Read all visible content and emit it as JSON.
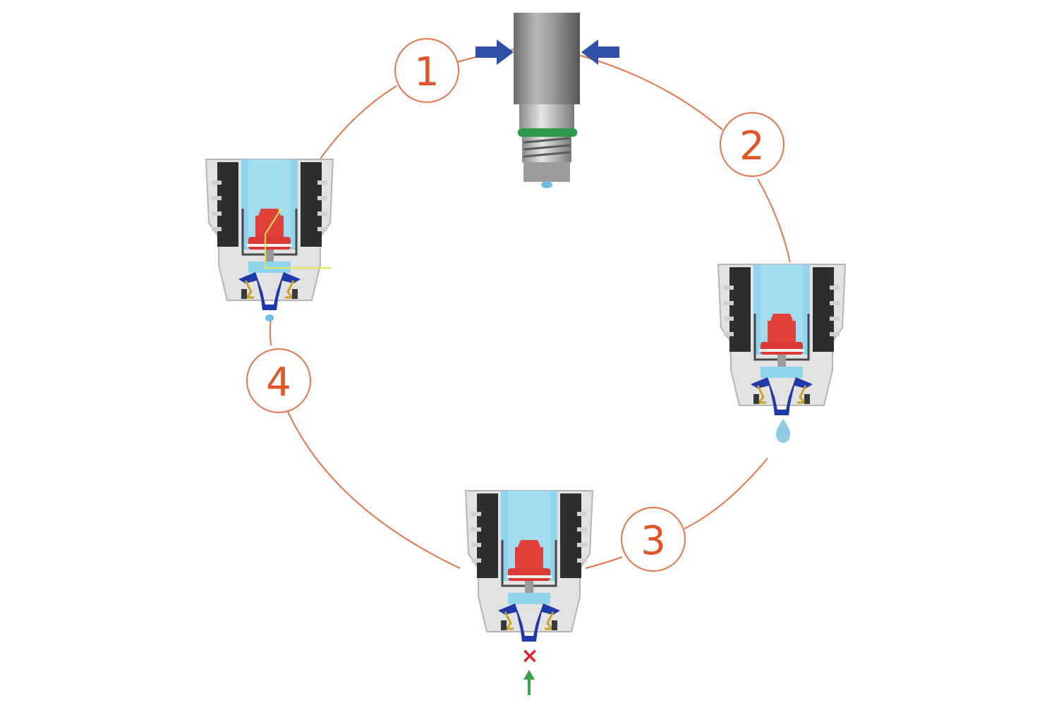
{
  "colors": {
    "cycle_line": "#e8734a",
    "step_number": "#e0562a",
    "pressure_arrow": "#2f4fa8",
    "fluid": "#8fd3ec",
    "valve_red": "#e0413a",
    "blue_seal": "#1f3aa8",
    "gold_spring": "#c9a227",
    "housing_dark": "#2a2a2a",
    "housing_light": "#d9d9d9",
    "green_ring": "#2e9a4a",
    "block_x": "#d8262c",
    "intake_arrow": "#37a24a",
    "leader_line": "#e6e84a"
  },
  "steps": [
    {
      "number": "1",
      "icon": "step-1-badge"
    },
    {
      "number": "2",
      "icon": "step-2-badge"
    },
    {
      "number": "3",
      "icon": "step-3-badge"
    },
    {
      "number": "4",
      "icon": "step-4-badge"
    }
  ],
  "marks": {
    "blocked": "×",
    "drop_icon": "droplet-icon",
    "intake_icon": "up-arrow-icon"
  }
}
